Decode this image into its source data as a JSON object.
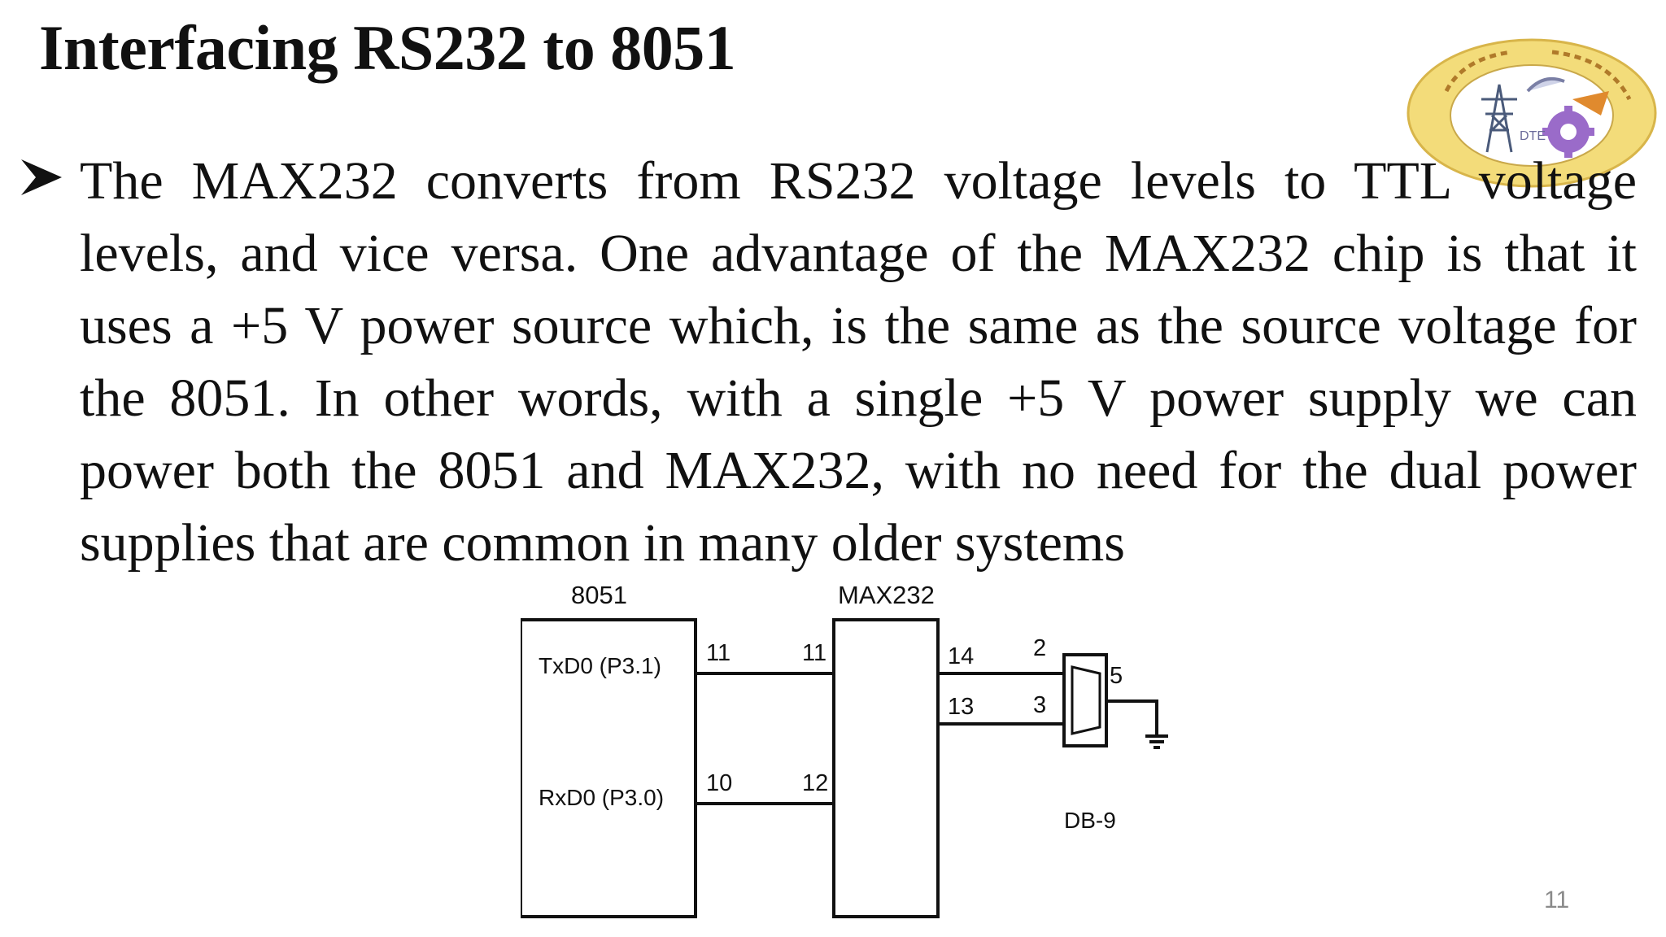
{
  "slide": {
    "title": "Interfacing RS232 to 8051",
    "bullet_text": "The MAX232 converts from RS232 voltage levels to TTL voltage levels, and vice versa. One advantage of the MAX232 chip is that it uses a +5 V power source which, is the same as the source voltage for the 8051. In other words, with a single +5 V power supply we can power both the 8051 and MAX232, with no need for the dual power supplies that are common in many older systems",
    "page_number": "11"
  },
  "logo": {
    "icon": "dte-emblem-icon",
    "label": "DTE",
    "colors": {
      "ring": "#f3dc7a",
      "inner": "#ffffff",
      "accent": "#9a6bc9",
      "tower": "#4a5a7a"
    }
  },
  "diagram": {
    "chip_8051": {
      "name": "8051",
      "signals": [
        {
          "label": "TxD0 (P3.1)",
          "pin": "11"
        },
        {
          "label": "RxD0 (P3.0)",
          "pin": "10"
        }
      ]
    },
    "chip_max232": {
      "name": "MAX232",
      "left_pins": [
        "11",
        "12"
      ],
      "right_pins": [
        "14",
        "13"
      ]
    },
    "connector": {
      "name": "DB-9",
      "pins": [
        "2",
        "3"
      ],
      "ground_pin": "5",
      "icon": "ground-icon"
    }
  }
}
